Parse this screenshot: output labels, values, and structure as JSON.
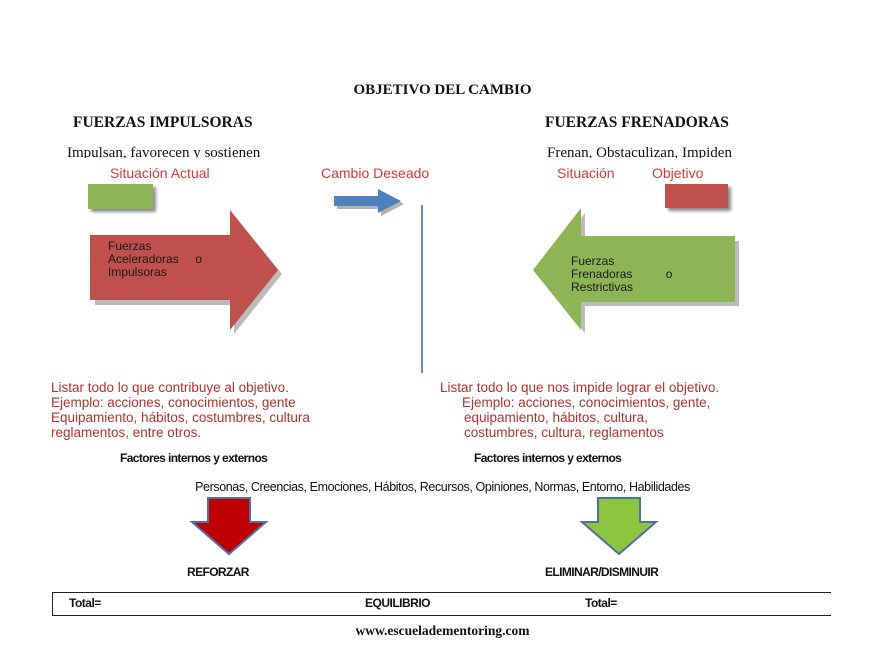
{
  "title": "OBJETIVO DEL CAMBIO",
  "left": {
    "heading": "FUERZAS IMPULSORAS",
    "subtitle": "Impulsan, favorecen y sostienen",
    "situation_label": "Situación Actual",
    "arrow_text_lines": [
      "Fuerzas",
      "Aceleradoras     o",
      "Impulsoras"
    ],
    "list_lines": [
      "Listar todo lo que contribuye al objetivo.",
      "Ejemplo: acciones, conocimientos, gente",
      "Equipamiento, hábitos, costumbres, cultura",
      "reglamentos, entre otros."
    ],
    "factors": "Factores internos y externos",
    "action": "REFORZAR",
    "box_color": "#8db556",
    "arrow_color": "#c0504d",
    "down_arrow_color": "#c00000"
  },
  "center": {
    "desired_label": "Cambio Deseado",
    "arrow_color": "#4f81bd"
  },
  "right": {
    "heading": "FUERZAS  FRENADORAS",
    "subtitle": "Frenan, Obstaculizan, Impiden",
    "situation_label": "Situación",
    "objective_label": "Objetivo",
    "arrow_text_lines": [
      "Fuerzas",
      "Frenadoras          o",
      "Restrictivas"
    ],
    "list_lines": [
      "Listar todo lo que nos impide lograr el objetivo.",
      "Ejemplo: acciones, conocimientos, gente,",
      "equipamiento, hábitos, cultura,",
      "costumbres, cultura, reglamentos"
    ],
    "factors": "Factores internos y externos",
    "action": "ELIMINAR/DISMINUIR",
    "box_color": "#c0504d",
    "arrow_color": "#8db556",
    "down_arrow_color": "#8cc63f"
  },
  "factors_line": "Personas, Creencias, Emociones, Hábitos, Recursos, Opiniones, Normas, Entorno, Habilidades",
  "table": {
    "left_total": "Total=",
    "center": "EQUILIBRIO",
    "right_total": "Total="
  },
  "footer": "www.escueladementoring.com"
}
